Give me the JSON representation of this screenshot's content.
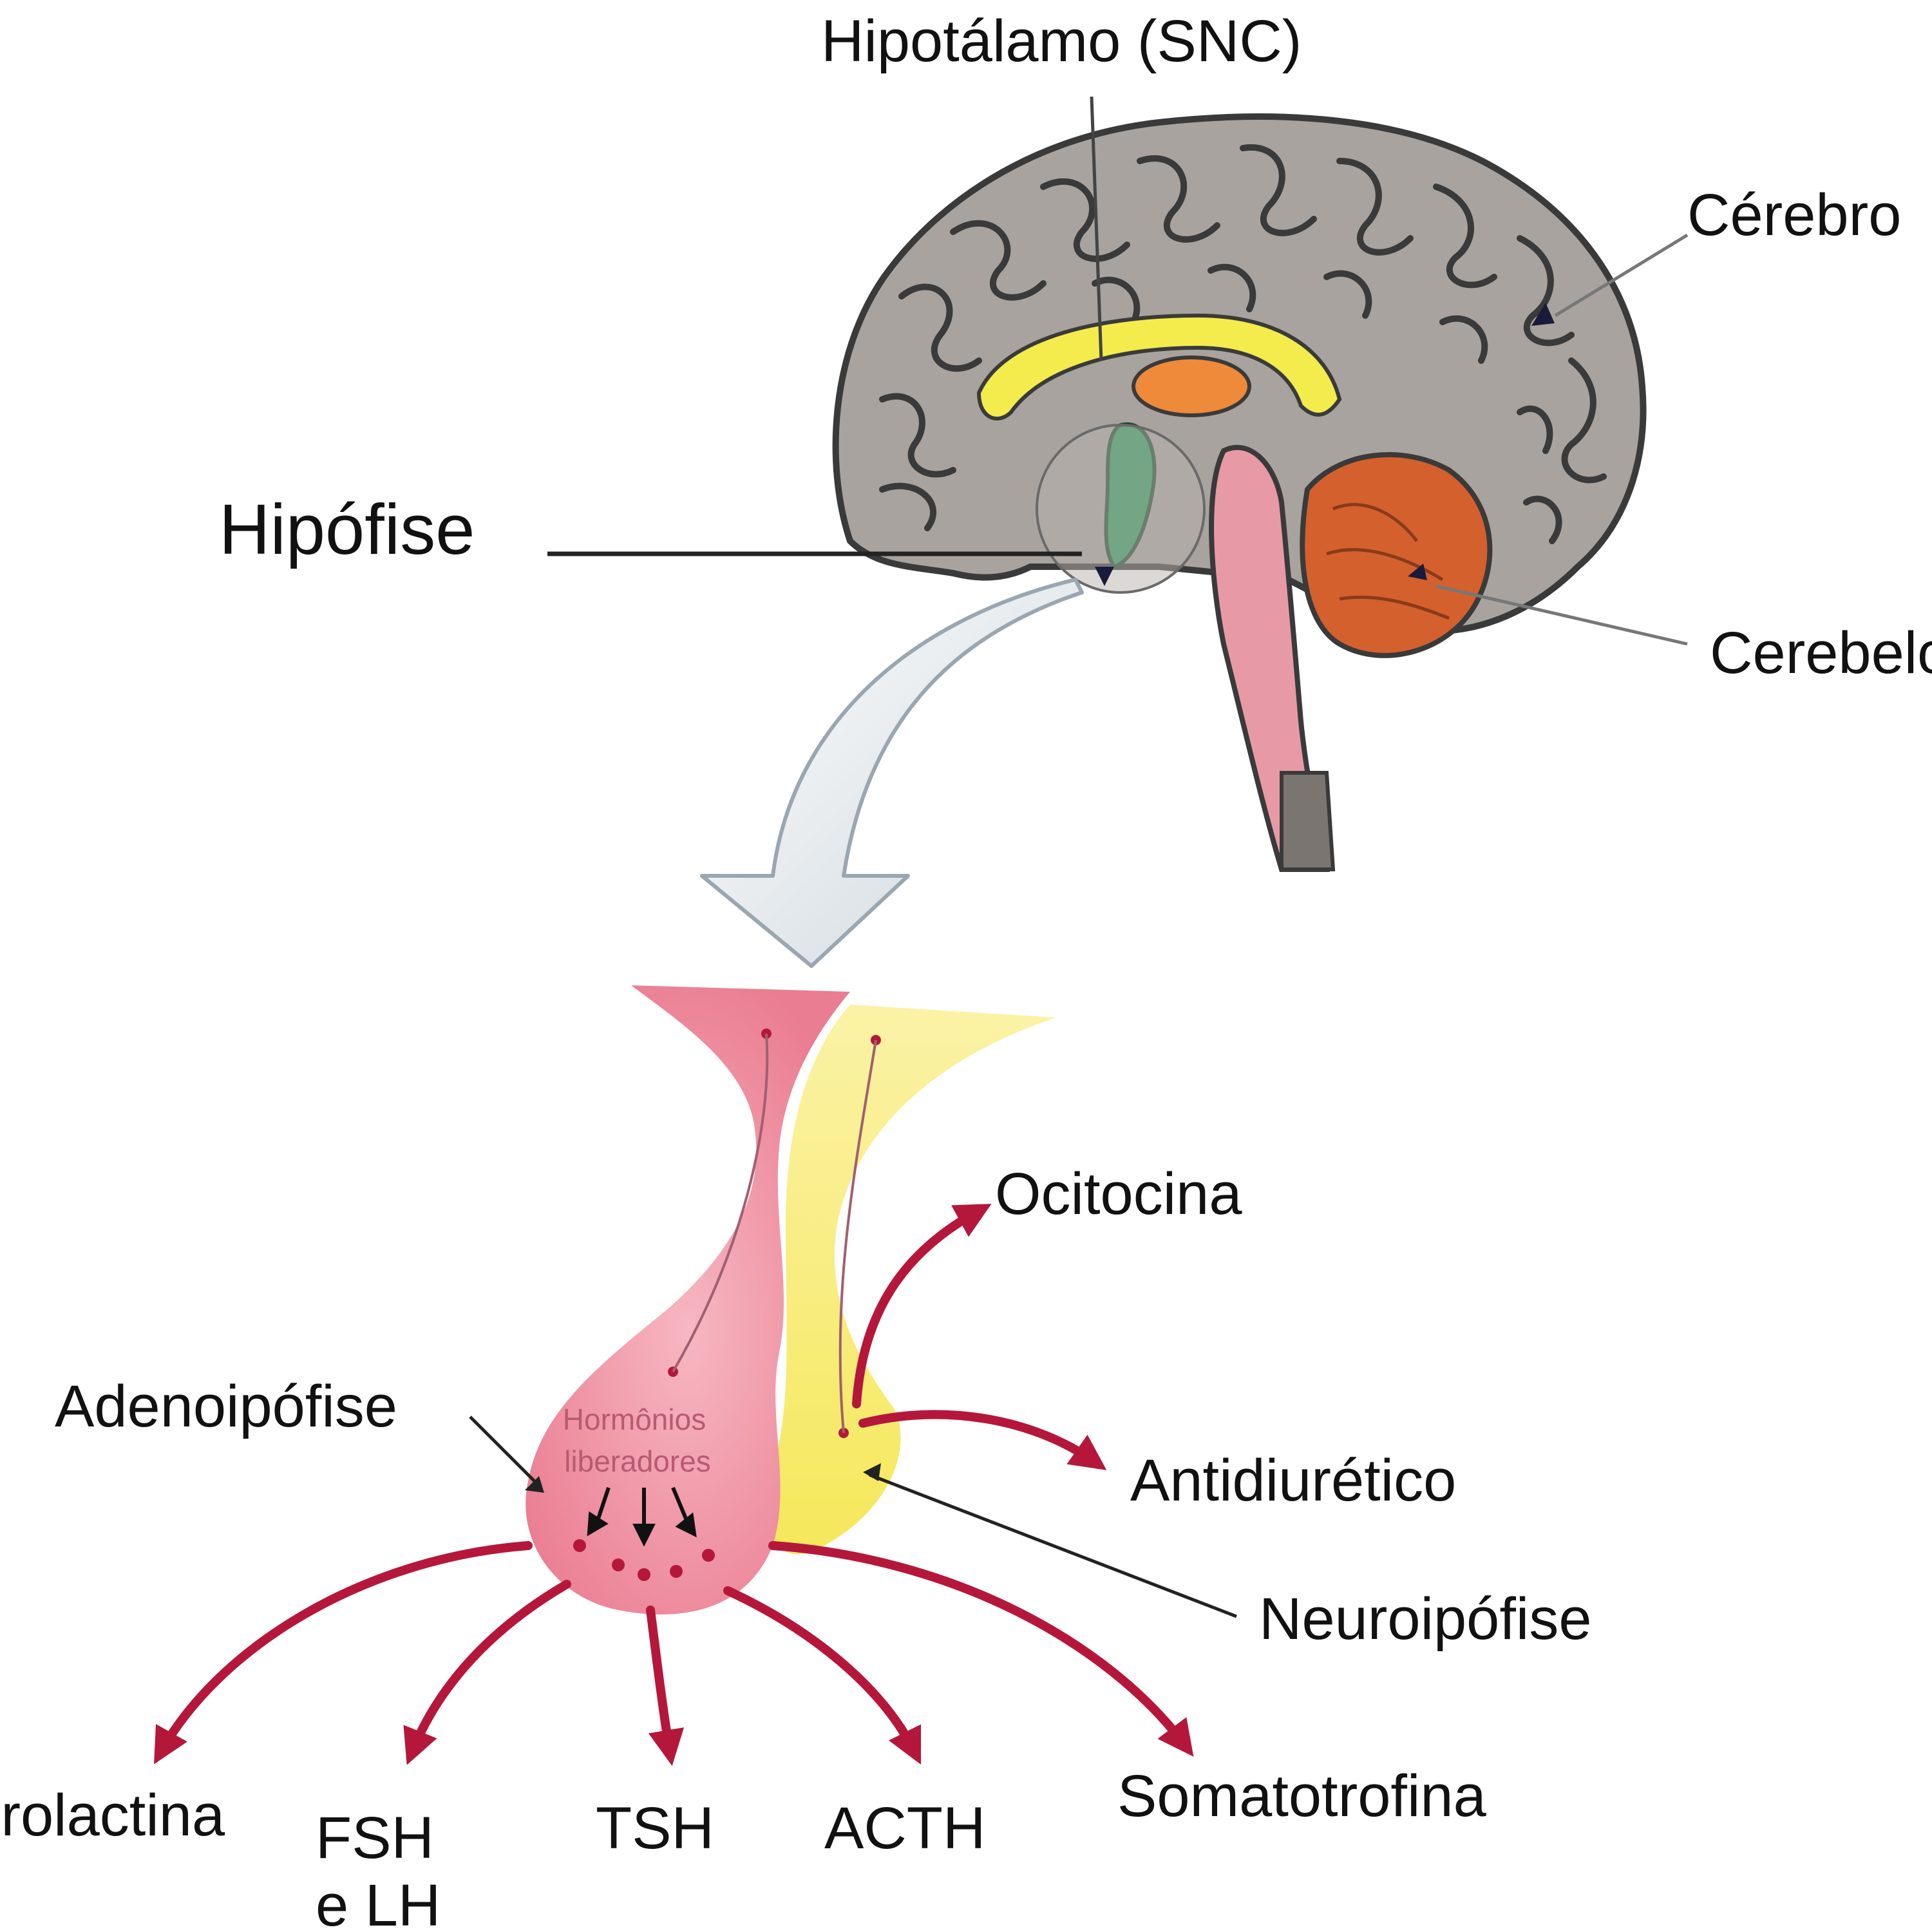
{
  "labels": {
    "hypothalamus": "Hipotálamo (SNC)",
    "cerebrum": "Cérebro",
    "pituitary": "Hipófise",
    "cerebellum": "Cerebelo",
    "adenohypophysis": "Adenoipófise",
    "neurohypophysis": "Neuroipófise",
    "releasing_hormones_line1": "Hormônios",
    "releasing_hormones_line2": "liberadores"
  },
  "hormones": {
    "oxytocin": "Ocitocina",
    "antidiuretic": "Antidiurético",
    "prolactin": "Prolactina",
    "fsh_lh_line1": "FSH",
    "fsh_lh_line2": "e LH",
    "tsh": "TSH",
    "acth": "ACTH",
    "somatotropin": "Somatotrofina"
  },
  "colors": {
    "brain_gray": "#a8a39e",
    "brain_outline": "#3a3a3a",
    "fornix_yellow": "#f3ec4c",
    "thalamus_orange": "#ee8a3a",
    "cerebellum_orange": "#d4602e",
    "brainstem_pink": "#e79aa6",
    "hypothalamus_green": "#2f9a5a",
    "adeno_pink": "#f08ea0",
    "neuro_yellow": "#f7ee7a",
    "arrow_red": "#b5173a",
    "leader_gray": "#555555"
  }
}
